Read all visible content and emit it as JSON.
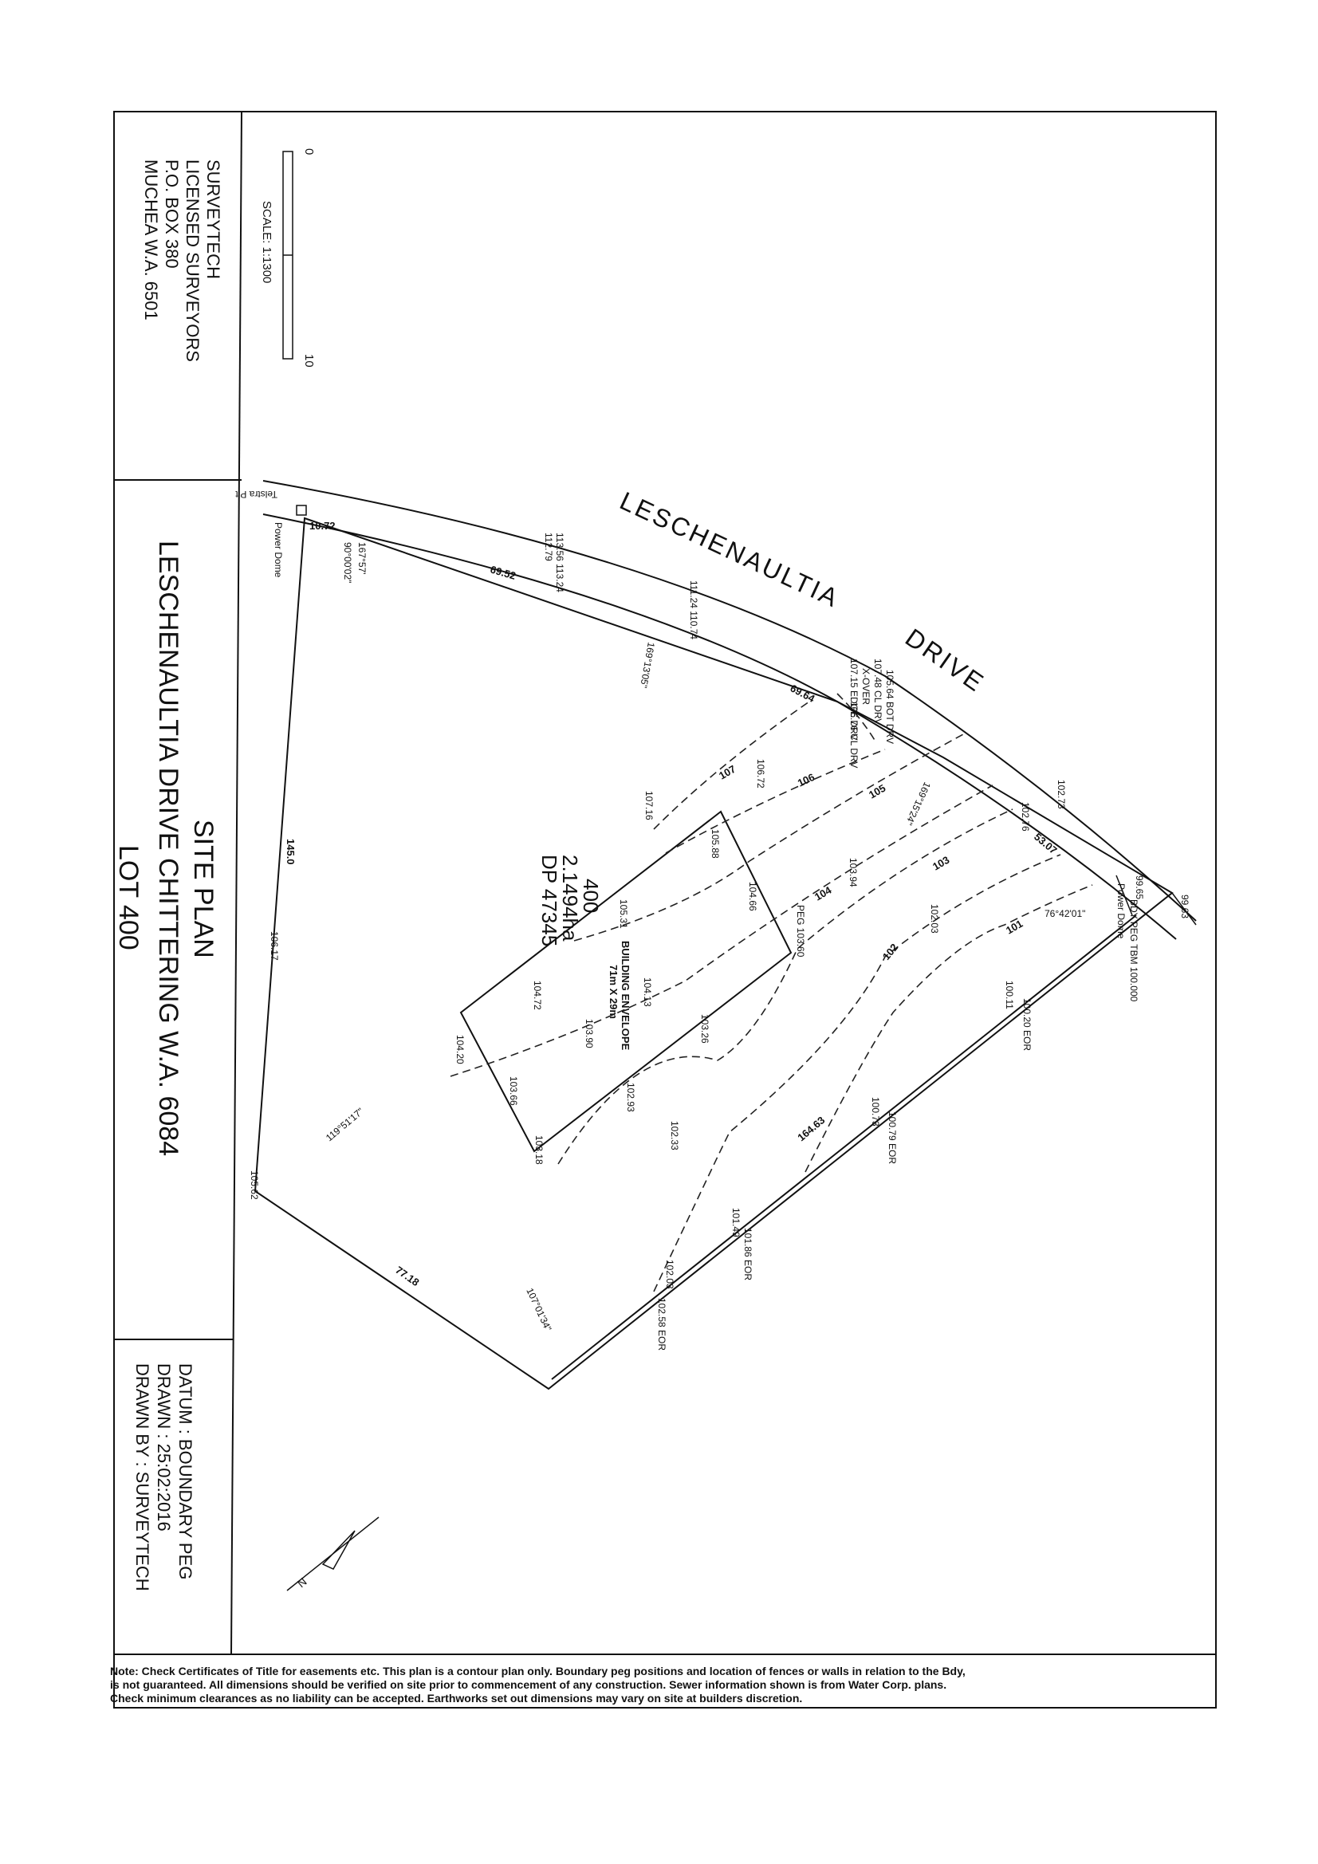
{
  "title_block": {
    "company": [
      "SURVEYTECH",
      "LICENSED SURVEYORS",
      "P.O. BOX 380",
      "MUCHEA W.A. 6501"
    ],
    "scale_label": "SCALE:  1:1300",
    "scale_start": "0",
    "scale_end": "10",
    "plan_title": "SITE PLAN",
    "address_line": "LESCHENAULTIA DRIVE CHITTERING W.A. 6084",
    "lot_line": "LOT 400",
    "datum": "DATUM : BOUNDARY PEG",
    "drawn": "DRAWN : 25:02:2016",
    "drawn_by": "DRAWN BY : SURVEYTECH"
  },
  "street": {
    "word1": "LESCHENAULTIA",
    "word2": "DRIVE"
  },
  "lot": {
    "number": "400",
    "area": "2.1494ha",
    "plan": "DP 47345"
  },
  "envelope": {
    "line1": "BUILDING ENVELOPE",
    "line2": "71m X 29m"
  },
  "labels": {
    "telstra": "Telstra Pit",
    "power_dome_1": "Power Dome",
    "power_dome_2": "Power Dome",
    "bdy_peg": "BDY PEG TBM 100.000",
    "peg": "PEG 103.60",
    "drv1": "105.64 BOT DRV",
    "drv2": "107.48 CL DRV",
    "drv3": "107.15 EDGE DRV",
    "xover": "X-OVER",
    "drv4": "106.76 CL DRV"
  },
  "dims": {
    "d1072": "10.72",
    "d6952": "69.52",
    "d6964": "69.64",
    "d5307": "53.07",
    "d1450": "145.0",
    "d7718": "77.18",
    "d16463": "164.63"
  },
  "bearings": {
    "b1": "167°57'",
    "b2": "90°00'02\"",
    "b3": "169°13'05\"",
    "b4": "169°15'24\"",
    "b5": "76°42'01\"",
    "b6": "119°51'17\"",
    "b7": "107°01'34\""
  },
  "spots": {
    "s1": "113.56 113.24",
    "s2": "112.79",
    "s3": "111.24 110.74",
    "s4": "102.73",
    "s5": "102.76",
    "s6": "99.63",
    "s7": "99.65",
    "s8": "107.16",
    "s9": "106.72",
    "s10": "105.88",
    "s11": "104.66",
    "s12": "103.94",
    "s13": "102.03",
    "s14": "105.31",
    "s15": "104.72",
    "s16": "104.13",
    "s17": "103.90",
    "s18": "103.26",
    "s19": "104.20",
    "s20": "103.66",
    "s21": "103.18",
    "s22": "102.93",
    "s23": "102.33",
    "s24": "100.11",
    "s25": "100.20 EOR",
    "s26": "100.73",
    "s27": "100.79 EOR",
    "s28": "101.49",
    "s29": "101.86 EOR",
    "s30": "102.03",
    "s31": "102.58 EOR",
    "s32": "105.62",
    "s33": "106.17"
  },
  "contours": {
    "c107": "107",
    "c106": "106",
    "c105": "105",
    "c104": "104",
    "c103": "103",
    "c102": "102",
    "c101": "101"
  },
  "north": "N",
  "note": [
    "Note: Check Certificates of Title for easements etc. This plan is a contour plan only. Boundary peg positions and location of fences or walls in relation to the Bdy,",
    "is not guaranteed. All dimensions should be verified on site prior to commencement of any construction. Sewer information shown is from Water Corp. plans.",
    "Check minimum clearances as no liability can be accepted. Earthworks set out dimensions may vary on site at builders discretion."
  ]
}
